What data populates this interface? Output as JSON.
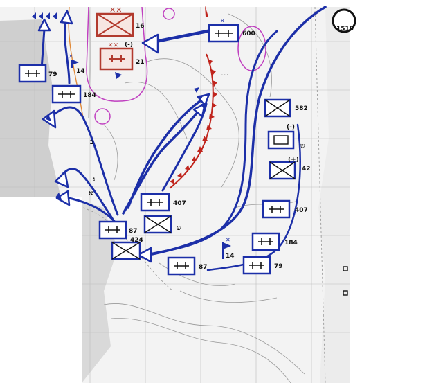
{
  "colors": {
    "friendly": "#1c2fa8",
    "enemy": "#c0241c",
    "highlight": "#c040c0",
    "map_line": "#8a8a8a",
    "road": "#e08a3a"
  },
  "map_numbers": {
    "top_right_corner": "1510"
  },
  "friendly_units": [
    {
      "label": "79",
      "modifier": ""
    },
    {
      "label": "184",
      "modifier": ""
    },
    {
      "label": "14",
      "modifier": ""
    },
    {
      "label": "600",
      "modifier": ""
    },
    {
      "label": "582",
      "modifier": ""
    },
    {
      "label": "",
      "modifier": "(-)"
    },
    {
      "label": "42",
      "modifier": "(+)"
    },
    {
      "label": "407",
      "modifier": ""
    },
    {
      "label": "184",
      "modifier": ""
    },
    {
      "label": "79",
      "modifier": ""
    },
    {
      "label": "87",
      "modifier": ""
    },
    {
      "label": "14",
      "modifier": ""
    },
    {
      "label": "407",
      "modifier": ""
    },
    {
      "label": "87",
      "modifier": ""
    },
    {
      "label": "424",
      "modifier": ""
    }
  ],
  "enemy_units": [
    {
      "label": "16",
      "modifier": ""
    },
    {
      "label": "21",
      "modifier": "(-)"
    }
  ],
  "hebrew_marks": {
    "shin_right": "ש",
    "shin_center": "ש",
    "gimel": "ג",
    "alef": "א",
    "bet": "ב"
  }
}
